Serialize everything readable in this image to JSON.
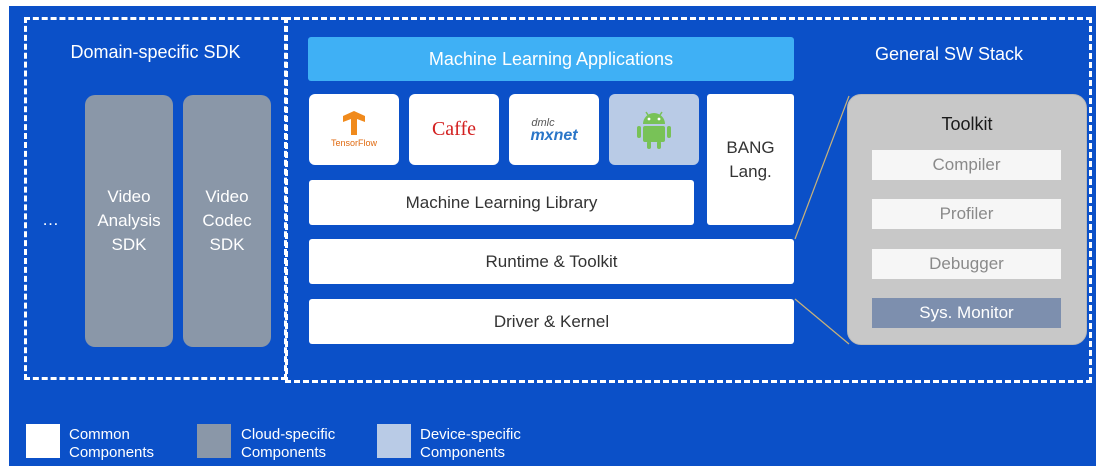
{
  "left_group": {
    "title": "Domain-specific SDK",
    "ellipsis": "…",
    "video_analysis": "Video\nAnalysis\nSDK",
    "video_codec": "Video\nCodec\nSDK"
  },
  "right_group": {
    "title": "General SW Stack",
    "ml_apps": "Machine Learning Applications",
    "frameworks": {
      "tensorflow": "TensorFlow",
      "caffe": "Caffe",
      "mxnet_top": "dmlc",
      "mxnet": "mxnet",
      "android": "android-icon"
    },
    "bang": "BANG\nLang.",
    "ml_library": "Machine Learning Library",
    "runtime": "Runtime & Toolkit",
    "driver": "Driver & Kernel"
  },
  "toolkit": {
    "title": "Toolkit",
    "items": [
      "Compiler",
      "Profiler",
      "Debugger"
    ],
    "sys_monitor": "Sys. Monitor"
  },
  "legend": {
    "common": "Common\nComponents",
    "cloud": "Cloud-specific\nComponents",
    "device": "Device-specific\nComponents"
  },
  "colors": {
    "background": "#0b50c8",
    "banner": "#3fb0f5",
    "cloud_specific": "#8a97a8",
    "device_specific": "#b9cbe6",
    "common": "#ffffff"
  }
}
